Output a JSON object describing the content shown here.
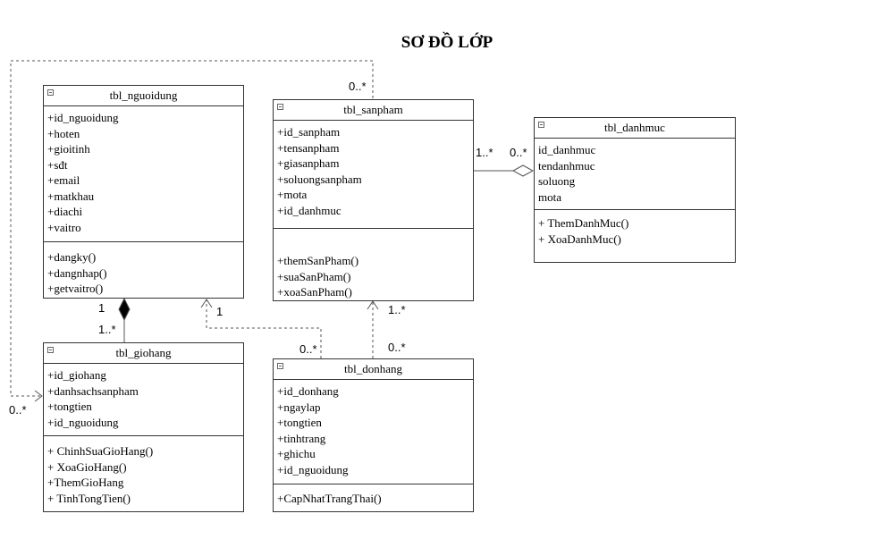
{
  "title": "SƠ ĐỒ LỚP",
  "classes": {
    "nguoidung": {
      "name": "tbl_nguoidung",
      "attributes": [
        "+id_nguoidung",
        "+hoten",
        "+gioitinh",
        "+sđt",
        "+email",
        "+matkhau",
        "+diachi",
        "+vaitro"
      ],
      "methods": [
        "+dangky()",
        "+dangnhap()",
        "+getvaitro()"
      ]
    },
    "sanpham": {
      "name": "tbl_sanpham",
      "attributes": [
        "+id_sanpham",
        " +tensanpham",
        " +giasanpham",
        "+soluongsanpham",
        "+mota",
        "+id_danhmuc"
      ],
      "methods": [
        "+themSanPham()",
        "+suaSanPham()",
        "+xoaSanPham()"
      ]
    },
    "danhmuc": {
      "name": "tbl_danhmuc",
      "attributes": [
        "id_danhmuc",
        "tendanhmuc",
        "soluong",
        "mota"
      ],
      "methods": [
        "+ ThemDanhMuc()",
        "+ XoaDanhMuc()"
      ]
    },
    "giohang": {
      "name": "tbl_giohang",
      "attributes": [
        "+id_giohang",
        "+danhsachsanpham",
        "+tongtien",
        "+id_nguoidung"
      ],
      "methods": [
        "+ ChinhSuaGioHang()",
        "+ XoaGioHang()",
        "+ThemGioHang",
        "+ TinhTongTien()"
      ]
    },
    "donhang": {
      "name": "tbl_donhang",
      "attributes": [
        "+id_donhang",
        "+ngaylap",
        "+tongtien",
        "+tinhtrang",
        "+ghichu",
        "+id_nguoidung"
      ],
      "methods": [
        "+CapNhatTrangThai()"
      ]
    }
  },
  "multiplicities": {
    "top_loop": "0..*",
    "giohang_left": "0..*",
    "sp_dm_left": "1..*",
    "sp_dm_right": "0..*",
    "nd_comp_top": "1",
    "nd_comp_bottom": "1..*",
    "nd_dep": "1",
    "dh_nd": "0..*",
    "sp_dep": "1..*",
    "dh_sp": "0..*"
  }
}
